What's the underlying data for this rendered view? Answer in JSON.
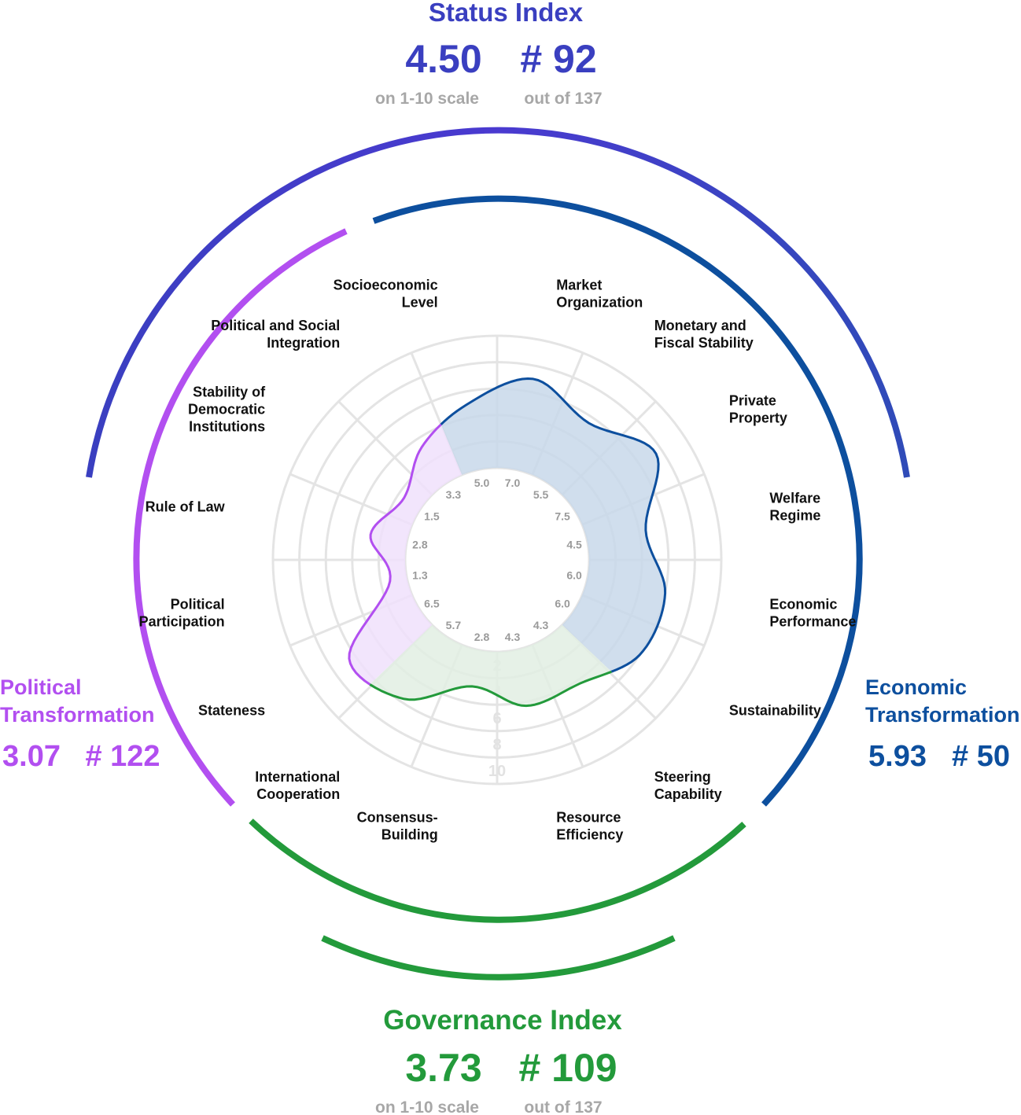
{
  "status_index": {
    "title": "Status Index",
    "score": "4.50",
    "rank": "# 92",
    "score_note": "on 1-10 scale",
    "rank_note": "out of 137",
    "color": "#3a3fc0"
  },
  "governance_index": {
    "title": "Governance Index",
    "score": "3.73",
    "rank": "# 109",
    "score_note": "on 1-10 scale",
    "rank_note": "out of 137",
    "color": "#239a3b"
  },
  "political_transformation": {
    "title_line1": "Political",
    "title_line2": "Transformation",
    "score": "3.07",
    "rank": "# 122",
    "color": "#b24ff0"
  },
  "economic_transformation": {
    "title_line1": "Economic",
    "title_line2": "Transformation",
    "score": "5.93",
    "rank": "# 50",
    "color": "#0d4f9e"
  },
  "chart_data": {
    "type": "radar",
    "scale": [
      0,
      10
    ],
    "ticks": [
      "2",
      "4",
      "6",
      "8",
      "10"
    ],
    "categories": [
      {
        "name": [
          "Market",
          "Organization"
        ],
        "value": 7.0,
        "label": "7.0",
        "group": "economic"
      },
      {
        "name": [
          "Monetary and",
          "Fiscal Stability"
        ],
        "value": 5.5,
        "label": "5.5",
        "group": "economic"
      },
      {
        "name": [
          "Private",
          "Property"
        ],
        "value": 7.5,
        "label": "7.5",
        "group": "economic"
      },
      {
        "name": [
          "Welfare",
          "Regime"
        ],
        "value": 4.5,
        "label": "4.5",
        "group": "economic"
      },
      {
        "name": [
          "Economic",
          "Performance"
        ],
        "value": 6.0,
        "label": "6.0",
        "group": "economic"
      },
      {
        "name": [
          "Sustainability"
        ],
        "value": 6.0,
        "label": "6.0",
        "group": "economic"
      },
      {
        "name": [
          "Steering",
          "Capability"
        ],
        "value": 4.3,
        "label": "4.3",
        "group": "governance"
      },
      {
        "name": [
          "Resource",
          "Efficiency"
        ],
        "value": 4.3,
        "label": "4.3",
        "group": "governance"
      },
      {
        "name": [
          "Consensus-",
          "Building"
        ],
        "value": 2.8,
        "label": "2.8",
        "group": "governance"
      },
      {
        "name": [
          "International",
          "Cooperation"
        ],
        "value": 5.7,
        "label": "5.7",
        "group": "governance"
      },
      {
        "name": [
          "Stateness"
        ],
        "value": 6.5,
        "label": "6.5",
        "group": "political"
      },
      {
        "name": [
          "Political",
          "Participation"
        ],
        "value": 1.3,
        "label": "1.3",
        "group": "political"
      },
      {
        "name": [
          "Rule of Law"
        ],
        "value": 2.8,
        "label": "2.8",
        "group": "political"
      },
      {
        "name": [
          "Stability of",
          "Democratic",
          "Institutions"
        ],
        "value": 1.5,
        "label": "1.5",
        "group": "political"
      },
      {
        "name": [
          "Political and Social",
          "Integration"
        ],
        "value": 3.3,
        "label": "3.3",
        "group": "political"
      },
      {
        "name": [
          "Socioeconomic",
          "Level"
        ],
        "value": 5.0,
        "label": "5.0",
        "group": "economic"
      }
    ],
    "group_colors": {
      "economic": {
        "line": "#0d4f9e",
        "fill": "#c8d8ea"
      },
      "governance": {
        "line": "#239a3b",
        "fill": "#e2efe3"
      },
      "political": {
        "line": "#b24ff0",
        "fill": "#f0e0fb"
      }
    },
    "grid": true
  }
}
